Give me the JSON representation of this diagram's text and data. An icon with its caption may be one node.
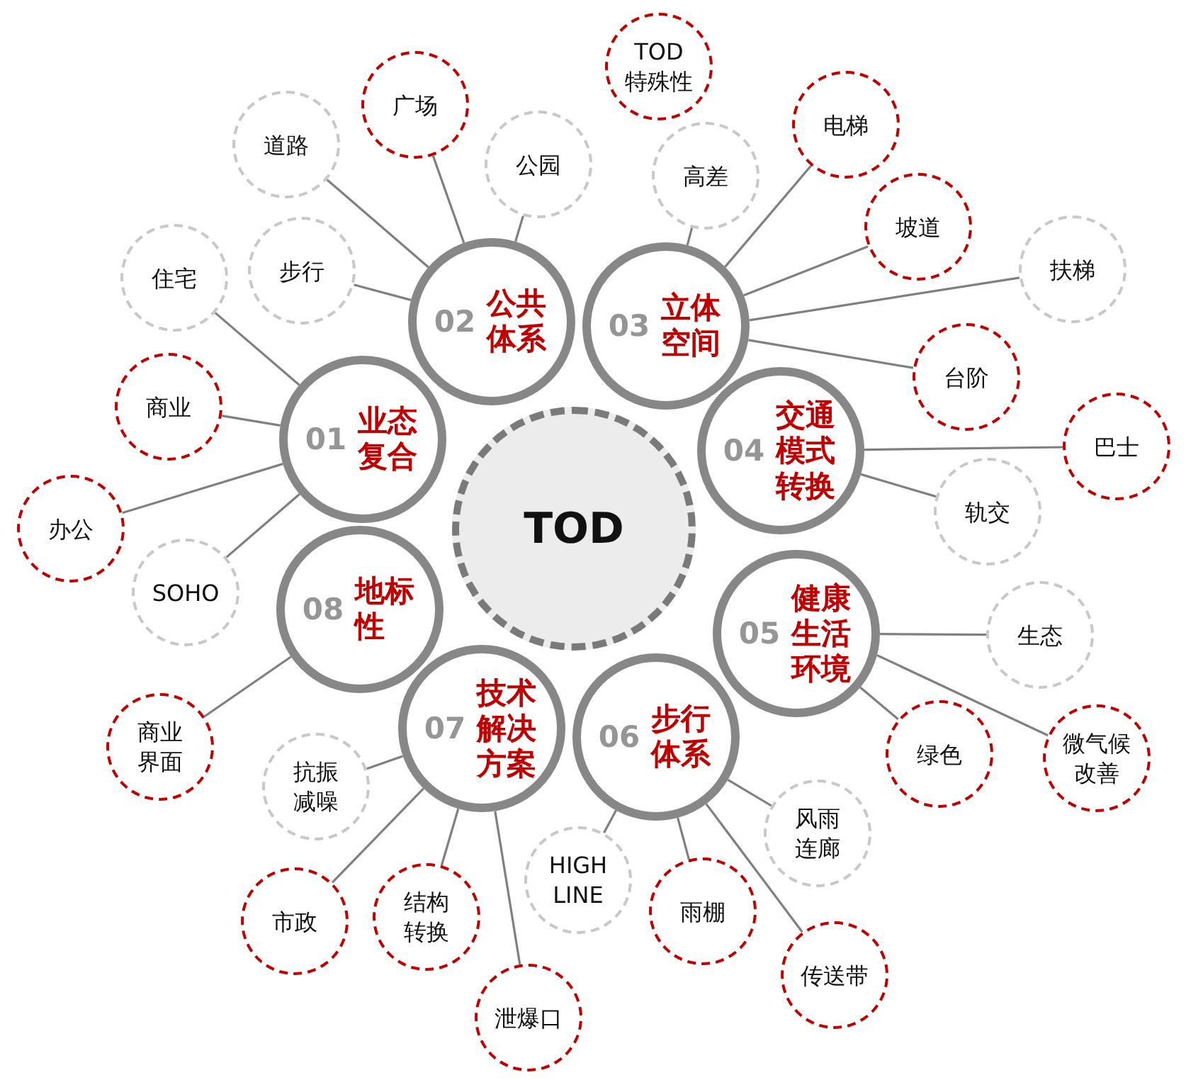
{
  "diagram": {
    "nodes": [
      {
        "text": [
          "TOD"
        ]
      },
      {
        "text": [
          "01",
          "业态复合"
        ]
      },
      {
        "text": [
          "02",
          "公共体系"
        ]
      },
      {
        "text": [
          "03",
          "立体空间"
        ]
      },
      {
        "text": [
          "04",
          "交通模式转换"
        ]
      },
      {
        "text": [
          "05",
          "健康生活环境"
        ]
      },
      {
        "text": [
          "06",
          "步行体系"
        ]
      },
      {
        "text": [
          "07",
          "技术解决方案"
        ]
      },
      {
        "text": [
          "08",
          "地标性"
        ]
      },
      {
        "text": [
          "TOD 特殊性"
        ]
      },
      {
        "text": [
          "道路"
        ]
      },
      {
        "text": [
          "广场"
        ]
      },
      {
        "text": [
          "公园"
        ]
      },
      {
        "text": [
          "步行"
        ]
      },
      {
        "text": [
          "住宅"
        ]
      },
      {
        "text": [
          "商业"
        ]
      },
      {
        "text": [
          "办公"
        ]
      },
      {
        "text": [
          "SOHO"
        ]
      },
      {
        "text": [
          "高差"
        ]
      },
      {
        "text": [
          "电梯"
        ]
      },
      {
        "text": [
          "坡道"
        ]
      },
      {
        "text": [
          "扶梯"
        ]
      },
      {
        "text": [
          "台阶"
        ]
      },
      {
        "text": [
          "巴士"
        ]
      },
      {
        "text": [
          "轨交"
        ]
      },
      {
        "text": [
          "生态"
        ]
      },
      {
        "text": [
          "绿色"
        ]
      },
      {
        "text": [
          "微气候改善"
        ]
      },
      {
        "text": [
          "风雨连廊"
        ]
      },
      {
        "text": [
          "雨棚"
        ]
      },
      {
        "text": [
          "传送带"
        ]
      },
      {
        "text": [
          "HIGH LINE"
        ]
      },
      {
        "text": [
          "抗振减噪"
        ]
      },
      {
        "text": [
          "市政"
        ]
      },
      {
        "text": [
          "结构转换"
        ]
      },
      {
        "text": [
          "泄爆口"
        ]
      },
      {
        "text": [
          "商业界面"
        ]
      }
    ],
    "edges": [
      {
        "from": 2,
        "to": 10,
        "arrow": "none"
      },
      {
        "from": 2,
        "to": 11,
        "arrow": "none"
      },
      {
        "from": 2,
        "to": 12,
        "arrow": "none"
      },
      {
        "from": 2,
        "to": 13,
        "arrow": "none"
      },
      {
        "from": 1,
        "to": 14,
        "arrow": "none"
      },
      {
        "from": 1,
        "to": 15,
        "arrow": "none"
      },
      {
        "from": 1,
        "to": 16,
        "arrow": "none"
      },
      {
        "from": 1,
        "to": 17,
        "arrow": "none"
      },
      {
        "from": 3,
        "to": 18,
        "arrow": "none"
      },
      {
        "from": 3,
        "to": 19,
        "arrow": "none"
      },
      {
        "from": 3,
        "to": 20,
        "arrow": "none"
      },
      {
        "from": 3,
        "to": 21,
        "arrow": "none"
      },
      {
        "from": 3,
        "to": 22,
        "arrow": "none"
      },
      {
        "from": 4,
        "to": 23,
        "arrow": "none"
      },
      {
        "from": 4,
        "to": 24,
        "arrow": "none"
      },
      {
        "from": 5,
        "to": 25,
        "arrow": "none"
      },
      {
        "from": 5,
        "to": 26,
        "arrow": "none"
      },
      {
        "from": 5,
        "to": 27,
        "arrow": "none"
      },
      {
        "from": 6,
        "to": 28,
        "arrow": "none"
      },
      {
        "from": 6,
        "to": 29,
        "arrow": "none"
      },
      {
        "from": 6,
        "to": 30,
        "arrow": "none"
      },
      {
        "from": 6,
        "to": 31,
        "arrow": "none"
      },
      {
        "from": 7,
        "to": 32,
        "arrow": "none"
      },
      {
        "from": 7,
        "to": 33,
        "arrow": "none"
      },
      {
        "from": 7,
        "to": 34,
        "arrow": "none"
      },
      {
        "from": 7,
        "to": 35,
        "arrow": "none"
      },
      {
        "from": 8,
        "to": 36,
        "arrow": "none"
      }
    ]
  }
}
